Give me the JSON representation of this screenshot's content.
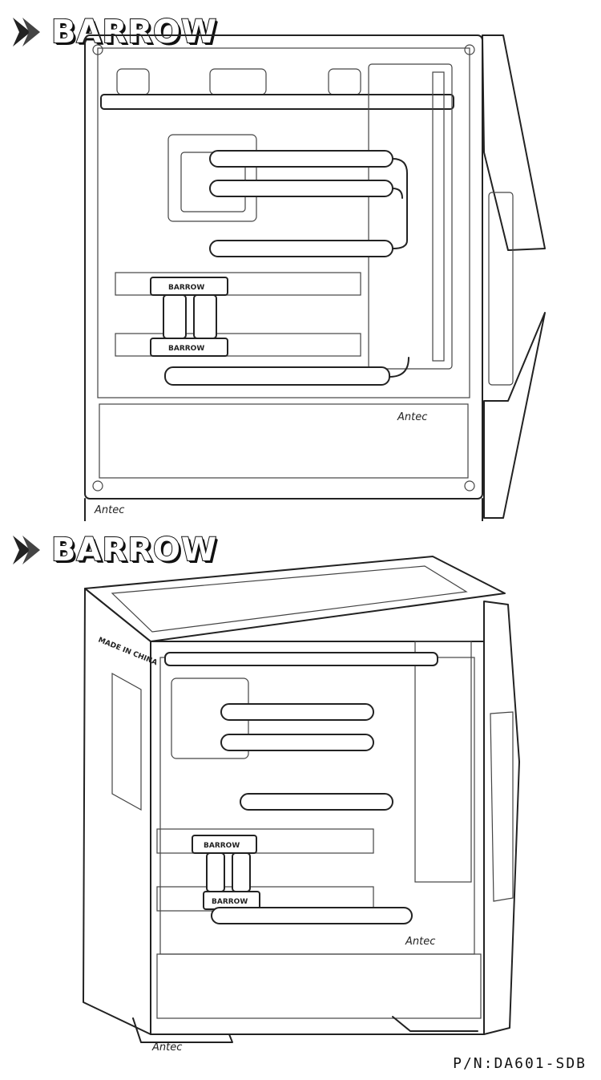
{
  "brand": {
    "name": "BARROW",
    "accent": "#111111"
  },
  "case_brand": "Antec",
  "block_label": "BARROW",
  "iso_stamp": "MADE IN CHINA",
  "part_number": "P/N:DA601-SDB",
  "icons": [
    "barrow-logo-icon"
  ]
}
